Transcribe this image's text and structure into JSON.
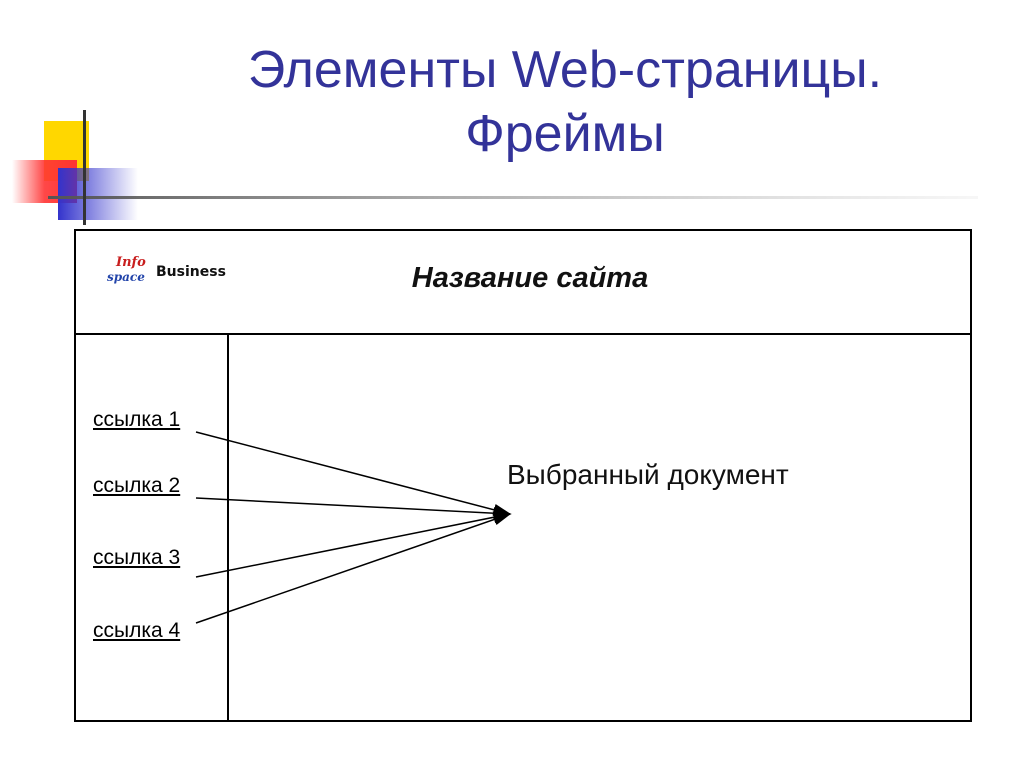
{
  "slide": {
    "title_line1": "Элементы Web-страницы.",
    "title_line2": "Фреймы"
  },
  "frame_header": {
    "logo": {
      "mark_line1": "Info",
      "mark_line2": "space",
      "text": "Business"
    },
    "site_name": "Название сайта"
  },
  "frame_nav": {
    "links": [
      "ссылка 1",
      "ссылка 2",
      "ссылка 3",
      "ссылка 4"
    ]
  },
  "frame_main": {
    "document_label": "Выбранный документ"
  },
  "colors": {
    "title": "#333399",
    "deco_yellow": "#ffd700",
    "deco_red": "#ff3333",
    "deco_blue": "#3333cc"
  }
}
